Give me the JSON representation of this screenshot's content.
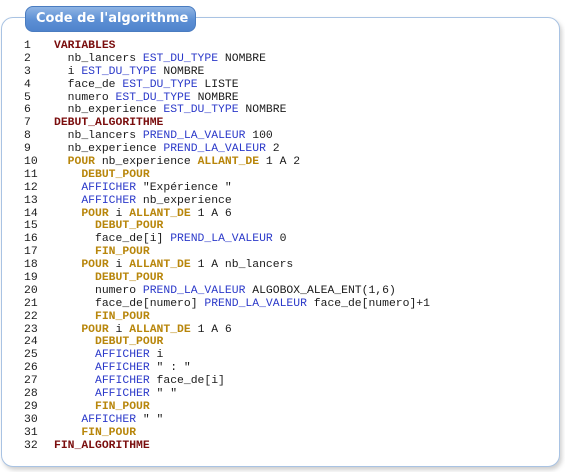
{
  "panel": {
    "title": "Code de l'algorithme"
  },
  "colors": {
    "main_keyword": "#7a0d0d",
    "block_keyword": "#b8860b",
    "instruction_keyword": "#2b39c9",
    "text": "#1a1a1a",
    "tab_background": "#5c8fd4",
    "panel_border": "#a9c3e3"
  },
  "code_lines": [
    {
      "num": "1",
      "indent": 0,
      "tokens": [
        {
          "t": "VARIABLES",
          "c": "main"
        }
      ]
    },
    {
      "num": "2",
      "indent": 1,
      "tokens": [
        {
          "t": "nb_lancers ",
          "c": "plain"
        },
        {
          "t": "EST_DU_TYPE",
          "c": "blue"
        },
        {
          "t": " NOMBRE",
          "c": "plain"
        }
      ]
    },
    {
      "num": "3",
      "indent": 1,
      "tokens": [
        {
          "t": "i ",
          "c": "plain"
        },
        {
          "t": "EST_DU_TYPE",
          "c": "blue"
        },
        {
          "t": " NOMBRE",
          "c": "plain"
        }
      ]
    },
    {
      "num": "4",
      "indent": 1,
      "tokens": [
        {
          "t": "face_de ",
          "c": "plain"
        },
        {
          "t": "EST_DU_TYPE",
          "c": "blue"
        },
        {
          "t": " LISTE",
          "c": "plain"
        }
      ]
    },
    {
      "num": "5",
      "indent": 1,
      "tokens": [
        {
          "t": "numero ",
          "c": "plain"
        },
        {
          "t": "EST_DU_TYPE",
          "c": "blue"
        },
        {
          "t": " NOMBRE",
          "c": "plain"
        }
      ]
    },
    {
      "num": "6",
      "indent": 1,
      "tokens": [
        {
          "t": "nb_experience ",
          "c": "plain"
        },
        {
          "t": "EST_DU_TYPE",
          "c": "blue"
        },
        {
          "t": " NOMBRE",
          "c": "plain"
        }
      ]
    },
    {
      "num": "7",
      "indent": 0,
      "tokens": [
        {
          "t": "DEBUT_ALGORITHME",
          "c": "main"
        }
      ]
    },
    {
      "num": "8",
      "indent": 1,
      "tokens": [
        {
          "t": "nb_lancers ",
          "c": "plain"
        },
        {
          "t": "PREND_LA_VALEUR",
          "c": "blue"
        },
        {
          "t": " 100",
          "c": "plain"
        }
      ]
    },
    {
      "num": "9",
      "indent": 1,
      "tokens": [
        {
          "t": "nb_experience ",
          "c": "plain"
        },
        {
          "t": "PREND_LA_VALEUR",
          "c": "blue"
        },
        {
          "t": " 2",
          "c": "plain"
        }
      ]
    },
    {
      "num": "10",
      "indent": 1,
      "tokens": [
        {
          "t": "POUR",
          "c": "block"
        },
        {
          "t": " nb_experience ",
          "c": "plain"
        },
        {
          "t": "ALLANT_DE",
          "c": "block"
        },
        {
          "t": " 1 A 2",
          "c": "plain"
        }
      ]
    },
    {
      "num": "11",
      "indent": 2,
      "tokens": [
        {
          "t": "DEBUT_POUR",
          "c": "block"
        }
      ]
    },
    {
      "num": "12",
      "indent": 2,
      "tokens": [
        {
          "t": "AFFICHER",
          "c": "blue"
        },
        {
          "t": " \"Expérience \"",
          "c": "plain"
        }
      ]
    },
    {
      "num": "13",
      "indent": 2,
      "tokens": [
        {
          "t": "AFFICHER",
          "c": "blue"
        },
        {
          "t": " nb_experience",
          "c": "plain"
        }
      ]
    },
    {
      "num": "14",
      "indent": 2,
      "tokens": [
        {
          "t": "POUR",
          "c": "block"
        },
        {
          "t": " i ",
          "c": "plain"
        },
        {
          "t": "ALLANT_DE",
          "c": "block"
        },
        {
          "t": " 1 A 6",
          "c": "plain"
        }
      ]
    },
    {
      "num": "15",
      "indent": 3,
      "tokens": [
        {
          "t": "DEBUT_POUR",
          "c": "block"
        }
      ]
    },
    {
      "num": "16",
      "indent": 3,
      "tokens": [
        {
          "t": "face_de[i] ",
          "c": "plain"
        },
        {
          "t": "PREND_LA_VALEUR",
          "c": "blue"
        },
        {
          "t": " 0",
          "c": "plain"
        }
      ]
    },
    {
      "num": "17",
      "indent": 3,
      "tokens": [
        {
          "t": "FIN_POUR",
          "c": "block"
        }
      ]
    },
    {
      "num": "18",
      "indent": 2,
      "tokens": [
        {
          "t": "POUR",
          "c": "block"
        },
        {
          "t": " i ",
          "c": "plain"
        },
        {
          "t": "ALLANT_DE",
          "c": "block"
        },
        {
          "t": " 1 A nb_lancers",
          "c": "plain"
        }
      ]
    },
    {
      "num": "19",
      "indent": 3,
      "tokens": [
        {
          "t": "DEBUT_POUR",
          "c": "block"
        }
      ]
    },
    {
      "num": "20",
      "indent": 3,
      "tokens": [
        {
          "t": "numero ",
          "c": "plain"
        },
        {
          "t": "PREND_LA_VALEUR",
          "c": "blue"
        },
        {
          "t": " ALGOBOX_ALEA_ENT(1,6)",
          "c": "plain"
        }
      ]
    },
    {
      "num": "21",
      "indent": 3,
      "tokens": [
        {
          "t": "face_de[numero] ",
          "c": "plain"
        },
        {
          "t": "PREND_LA_VALEUR",
          "c": "blue"
        },
        {
          "t": " face_de[numero]+1",
          "c": "plain"
        }
      ]
    },
    {
      "num": "22",
      "indent": 3,
      "tokens": [
        {
          "t": "FIN_POUR",
          "c": "block"
        }
      ]
    },
    {
      "num": "23",
      "indent": 2,
      "tokens": [
        {
          "t": "POUR",
          "c": "block"
        },
        {
          "t": " i ",
          "c": "plain"
        },
        {
          "t": "ALLANT_DE",
          "c": "block"
        },
        {
          "t": " 1 A 6",
          "c": "plain"
        }
      ]
    },
    {
      "num": "24",
      "indent": 3,
      "tokens": [
        {
          "t": "DEBUT_POUR",
          "c": "block"
        }
      ]
    },
    {
      "num": "25",
      "indent": 3,
      "tokens": [
        {
          "t": "AFFICHER",
          "c": "blue"
        },
        {
          "t": " i",
          "c": "plain"
        }
      ]
    },
    {
      "num": "26",
      "indent": 3,
      "tokens": [
        {
          "t": "AFFICHER",
          "c": "blue"
        },
        {
          "t": " \" : \"",
          "c": "plain"
        }
      ]
    },
    {
      "num": "27",
      "indent": 3,
      "tokens": [
        {
          "t": "AFFICHER",
          "c": "blue"
        },
        {
          "t": " face_de[i]",
          "c": "plain"
        }
      ]
    },
    {
      "num": "28",
      "indent": 3,
      "tokens": [
        {
          "t": "AFFICHER",
          "c": "blue"
        },
        {
          "t": " \" \"",
          "c": "plain"
        }
      ]
    },
    {
      "num": "29",
      "indent": 3,
      "tokens": [
        {
          "t": "FIN_POUR",
          "c": "block"
        }
      ]
    },
    {
      "num": "30",
      "indent": 2,
      "tokens": [
        {
          "t": "AFFICHER",
          "c": "blue"
        },
        {
          "t": " \" \"",
          "c": "plain"
        }
      ]
    },
    {
      "num": "31",
      "indent": 2,
      "tokens": [
        {
          "t": "FIN_POUR",
          "c": "block"
        }
      ]
    },
    {
      "num": "32",
      "indent": 0,
      "tokens": [
        {
          "t": "FIN_ALGORITHME",
          "c": "main"
        }
      ]
    }
  ]
}
